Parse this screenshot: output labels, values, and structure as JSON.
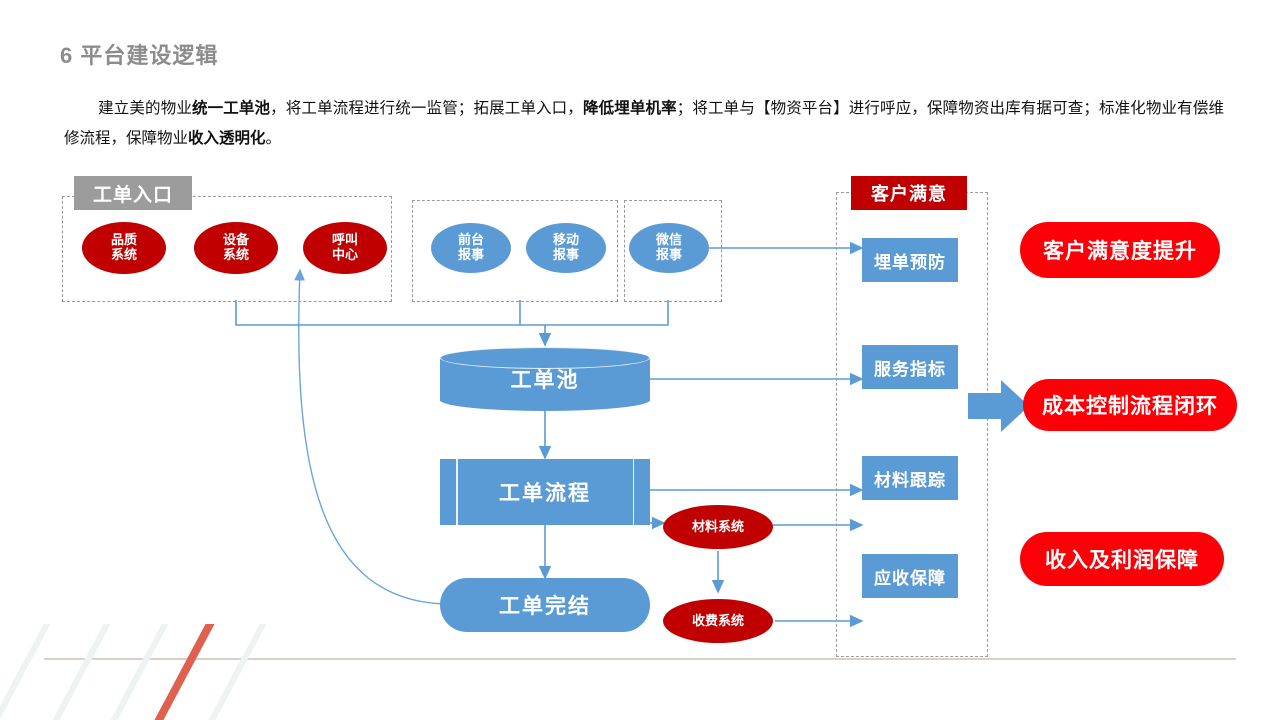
{
  "header": {
    "number": "6",
    "title": "平台建设逻辑",
    "full": "6 平台建设逻辑"
  },
  "lead": {
    "segments": [
      {
        "text": "建立美的物业",
        "bold": false
      },
      {
        "text": "统一工单池",
        "bold": true
      },
      {
        "text": "，将工单流程进行统一监管；拓展工单入口，",
        "bold": false
      },
      {
        "text": "降低埋单机率",
        "bold": true
      },
      {
        "text": "；将工单与【物资平台】进行呼应，保障物资出库有据可查；标准化物业有偿维修流程，保障物业",
        "bold": false
      },
      {
        "text": "收入透明化",
        "bold": true
      },
      {
        "text": "。",
        "bold": false
      }
    ],
    "plain": "建立美的物业统一工单池，将工单流程进行统一监管；拓展工单入口，降低埋单机率；将工单与【物资平台】进行呼应，保障物资出库有据可查；标准化物业有偿维修流程，保障物业收入透明化。"
  },
  "diagram": {
    "entry_group": {
      "tag": "工单入口",
      "tag_color": "#9c9c9c",
      "nodes": [
        {
          "id": "quality",
          "label_line1": "品质",
          "label_line2": "系统",
          "color": "#c00000",
          "shape": "ellipse"
        },
        {
          "id": "device",
          "label_line1": "设备",
          "label_line2": "系统",
          "color": "#c00000",
          "shape": "ellipse"
        },
        {
          "id": "callcenter",
          "label_line1": "呼叫",
          "label_line2": "中心",
          "color": "#c00000",
          "shape": "ellipse"
        }
      ]
    },
    "report_group": {
      "nodes": [
        {
          "id": "frontdesk",
          "label_line1": "前台",
          "label_line2": "报事",
          "color": "#5b9bd5",
          "shape": "ellipse"
        },
        {
          "id": "mobile",
          "label_line1": "移动",
          "label_line2": "报事",
          "color": "#5b9bd5",
          "shape": "ellipse"
        }
      ]
    },
    "wechat_group": {
      "nodes": [
        {
          "id": "wechat",
          "label_line1": "微信",
          "label_line2": "报事",
          "color": "#5b9bd5",
          "shape": "ellipse"
        }
      ]
    },
    "flow": [
      {
        "id": "pool",
        "label": "工单池",
        "shape": "cylinder",
        "color": "#5b9bd5"
      },
      {
        "id": "process",
        "label": "工单流程",
        "shape": "process",
        "color": "#5b9bd5"
      },
      {
        "id": "complete",
        "label": "工单完结",
        "shape": "round-rect",
        "color": "#5b9bd5"
      }
    ],
    "side_systems": [
      {
        "id": "material",
        "label": "材料系统",
        "shape": "ellipse",
        "color": "#c00000"
      },
      {
        "id": "charging",
        "label": "收费系统",
        "shape": "ellipse",
        "color": "#c00000"
      }
    ],
    "satisfaction_group": {
      "tag": "客户满意",
      "tag_color": "#c00000",
      "items": [
        {
          "id": "kpi-prevent",
          "label": "埋单预防",
          "color": "#5b9bd5"
        },
        {
          "id": "kpi-service",
          "label": "服务指标",
          "color": "#5b9bd5"
        },
        {
          "id": "kpi-material",
          "label": "材料跟踪",
          "color": "#5b9bd5"
        },
        {
          "id": "kpi-receive",
          "label": "应收保障",
          "color": "#5b9bd5"
        }
      ]
    },
    "outcomes": [
      {
        "id": "outcome-satisfaction",
        "label": "客户满意度提升",
        "color": "#fb0007"
      },
      {
        "id": "outcome-cost",
        "label": "成本控制流程闭环",
        "color": "#fb0007"
      },
      {
        "id": "outcome-profit",
        "label": "收入及利润保障",
        "color": "#fb0007"
      }
    ],
    "arrow_color": "#5b9bd5",
    "big_arrow": {
      "id": "big-right-arrow",
      "color": "#5b9bd5"
    }
  },
  "footer": {
    "accent_color": "#e0604f",
    "rule_color": "#d9cfcb"
  }
}
